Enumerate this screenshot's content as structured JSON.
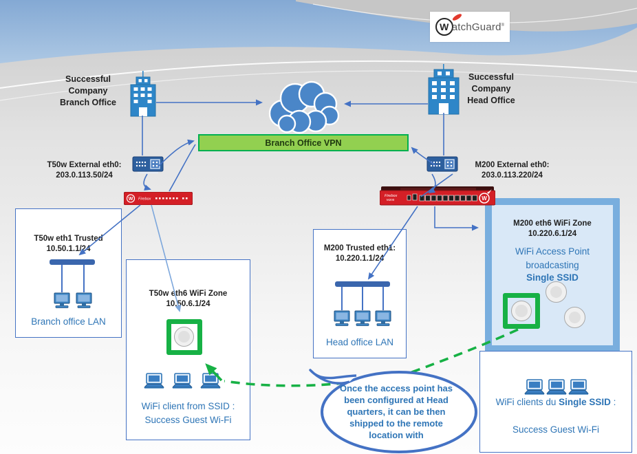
{
  "brand": {
    "w": "W",
    "name": "atchGuard",
    "reg": "®"
  },
  "vpn_bar": {
    "label": "Branch Office VPN"
  },
  "branch": {
    "building_label": "Successful\nCompany\nBranch Office",
    "external_label": "T50w  External eth0:\n203.0.113.50/24",
    "trusted_box": {
      "title": "T50w eth1 Trusted\n10.50.1.1/24",
      "caption": "Branch office  LAN"
    },
    "wifi_box": {
      "title": "T50w eth6 WiFi Zone\n10.50.6.1/24",
      "caption": "WiFi client from SSID :\nSuccess Guest Wi-Fi"
    }
  },
  "head": {
    "building_label": "Successful\nCompany\nHead Office",
    "external_label": "M200 External eth0:\n203.0.113.220/24",
    "trusted_box": {
      "title": "M200 Trusted eth1:\n10.220.1.1/24",
      "caption": "Head office  LAN"
    },
    "wifi_zone": {
      "title": "M200 eth6 WiFi Zone\n10.220.6.1/24",
      "sub_normal": "WiFi Access Point\nbroadcasting",
      "sub_bold": "Single SSID"
    },
    "clients_box": {
      "prefix": "WiFi clients du ",
      "bold": "Single SSID",
      "suffix": " :",
      "line2": "Success Guest Wi-Fi"
    }
  },
  "devices": {
    "t50w_name": "Firebox",
    "t50w_logo": "W",
    "m200_name": "Firebox",
    "m200_model": "M200",
    "m200_logo": "W"
  },
  "bubble": {
    "text": "Once the access point has\nbeen configured at Head\nquarters, it can be then\nshipped to the remote\nlocation with"
  },
  "colors": {
    "vpn_fill": "#92d050",
    "vpn_border": "#00b050",
    "green_accent": "#17b145",
    "blue_line": "#4472c4",
    "text_blue": "#2e75b6",
    "firebox_red": "#d41f26",
    "box_border": "#4472c4",
    "zone_fill": "#d9e8f7",
    "zone_border": "#79aede",
    "sky_blue": "#84a9d4",
    "cloud_blue": "#4a86c8"
  }
}
